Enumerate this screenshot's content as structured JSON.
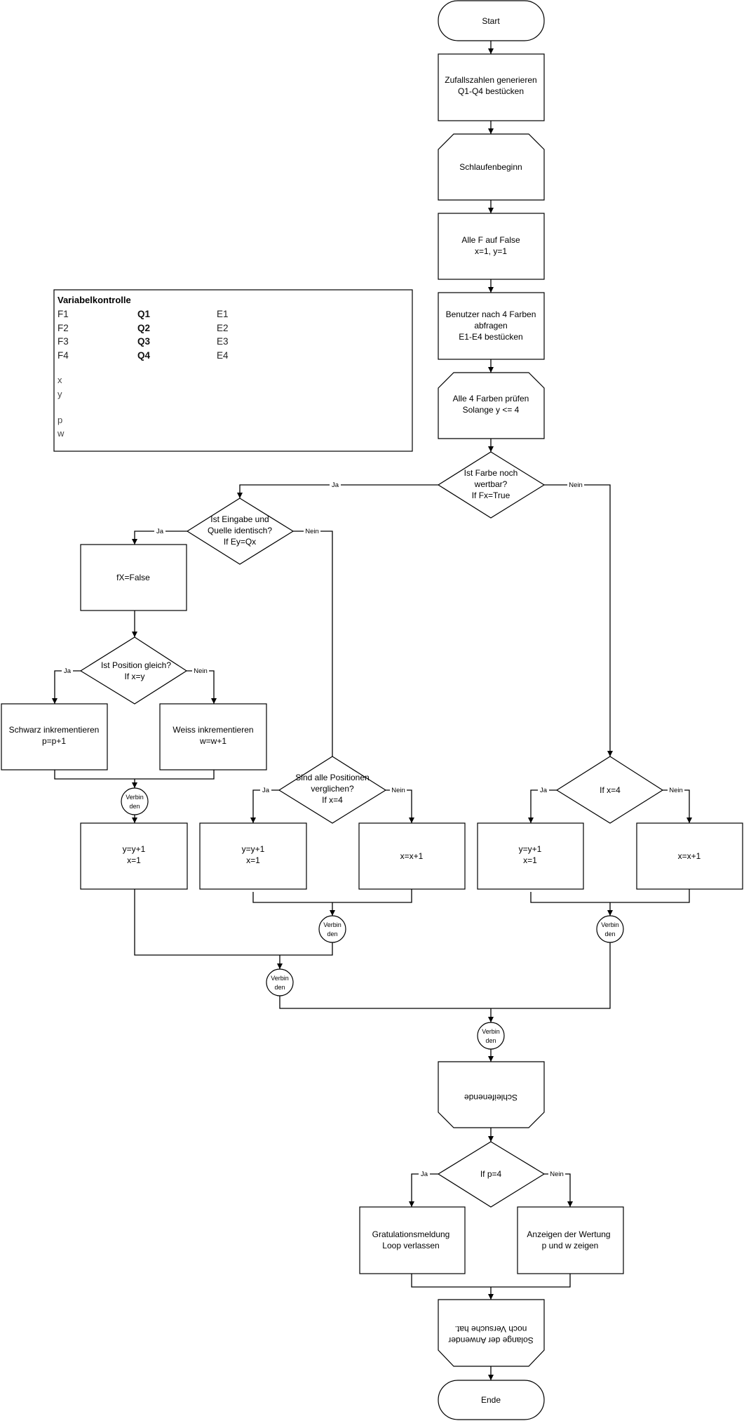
{
  "diagram": {
    "title": "Flowchart: Farben-Ratespiel (Mastermind)",
    "terminals": {
      "start": "Start",
      "end": "Ende"
    },
    "steps": {
      "random": [
        "Zufallszahlen generieren",
        "Q1-Q4 bestücken"
      ],
      "loop_begin": [
        "Schlaufenbeginn"
      ],
      "reset": [
        "Alle F auf False",
        "x=1, y=1"
      ],
      "ask_user": [
        "Benutzer nach 4 Farben",
        "abfragen",
        "E1-E4 bestücken"
      ],
      "check_loop": [
        "Alle 4 Farben prüfen",
        "Solange y <= 4"
      ],
      "set_false": [
        "fX=False"
      ],
      "black_inc": [
        "Schwarz inkrementieren",
        "p=p+1"
      ],
      "white_inc": [
        "Weiss inkrementieren",
        "w=w+1"
      ],
      "next_y_a": [
        "y=y+1",
        "x=1"
      ],
      "next_y_b": [
        "y=y+1",
        "x=1"
      ],
      "next_x_b": [
        "x=x+1"
      ],
      "next_y_c": [
        "y=y+1",
        "x=1"
      ],
      "next_x_c": [
        "x=x+1"
      ],
      "loop_end": [
        "Schleifenende"
      ],
      "congrats": [
        "Gratulationsmeldung",
        "Loop verlassen"
      ],
      "show_score": [
        "Anzeigen der Wertung",
        "p und w zeigen"
      ],
      "outer_loop_end": [
        "Solange der Anwender",
        "noch Versuche hat."
      ]
    },
    "decisions": {
      "d1": [
        "Ist Farbe noch",
        "wertbar?",
        "If Fx=True"
      ],
      "d2": [
        "Ist Eingabe und",
        "Quelle identisch?",
        "If Ey=Qx"
      ],
      "d3": [
        "Ist Position gleich?",
        "If x=y"
      ],
      "d4": [
        "Sind alle Positionen",
        "verglichen?",
        "If x=4"
      ],
      "d5": [
        "If x=4"
      ],
      "d6": [
        "If p=4"
      ]
    },
    "branch_labels": {
      "yes": "Ja",
      "no": "Nein"
    },
    "connector_label": [
      "Verbin",
      "den"
    ]
  },
  "variable_panel": {
    "title": "Variabelkontrolle",
    "f_column": [
      "F1",
      "F2",
      "F3",
      "F4"
    ],
    "q_column": [
      "Q1",
      "Q2",
      "Q3",
      "Q4"
    ],
    "e_column": [
      "E1",
      "E2",
      "E3",
      "E4"
    ],
    "xy": [
      "x",
      "y"
    ],
    "pw": [
      "p",
      "w"
    ]
  }
}
